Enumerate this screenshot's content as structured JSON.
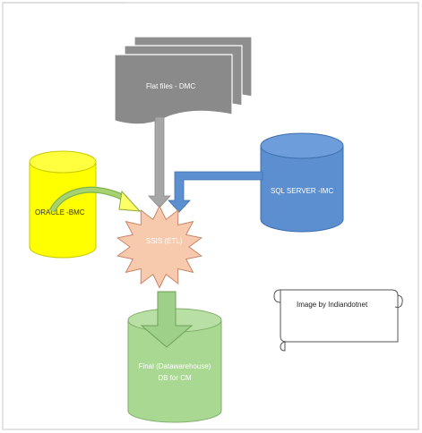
{
  "nodes": {
    "flat_files": {
      "label": "Flat files - DMC",
      "color": "#8a8a8a"
    },
    "oracle": {
      "label": "ORACLE -BMC",
      "color": "#ffff00"
    },
    "sql_server": {
      "label": "SQL SERVER -IMC",
      "color": "#5b8fd0"
    },
    "ssis": {
      "label": "SSIS (ETL)",
      "color": "#f7c9ad"
    },
    "final_db": {
      "label_line1": "Final (Datawarehouse)",
      "label_line2": "DB for CM",
      "color": "#9fd089"
    }
  },
  "credit": {
    "text": "Image by Indiandotnet"
  }
}
